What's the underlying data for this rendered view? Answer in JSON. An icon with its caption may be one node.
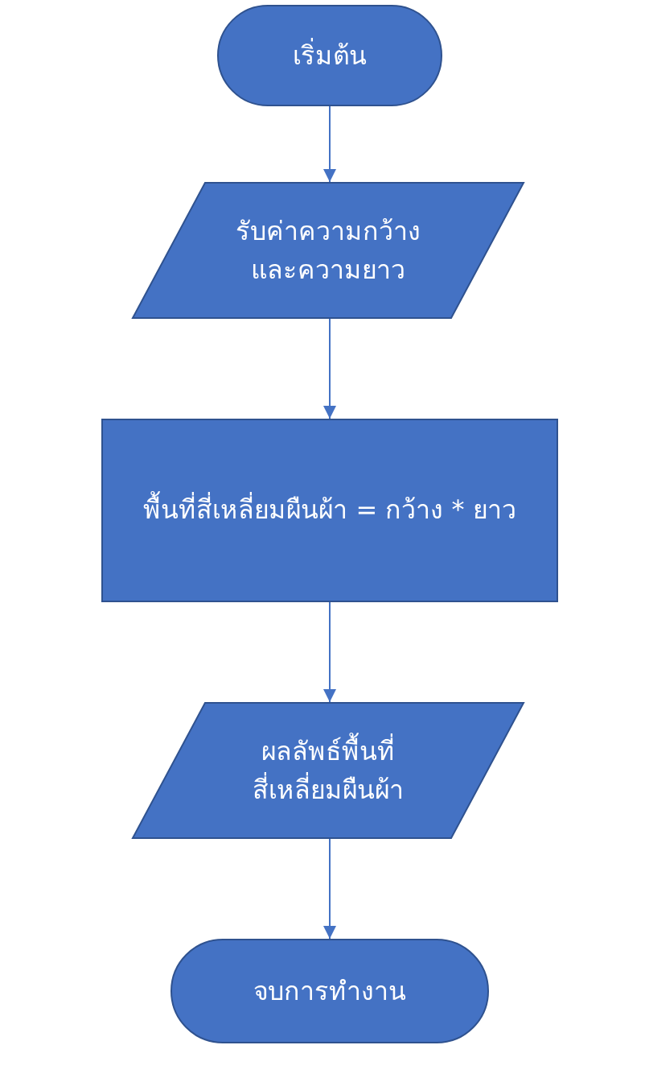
{
  "diagram": {
    "nodes": [
      {
        "text": [
          "เริ่มต้น"
        ]
      },
      {
        "text": [
          "รับค่าความกว้างและความยาว"
        ]
      },
      {
        "text": [
          "พื้นที่สี่เหลี่ยมผืนผ้า = กว้าง * ยาว"
        ]
      },
      {
        "text": [
          "ผลลัพธ์พื้นที่สี่เหลี่ยมผืนผ้า"
        ]
      },
      {
        "text": [
          "จบการทำงาน"
        ]
      }
    ],
    "edges": [
      {
        "from": 0,
        "to": 1,
        "arrow": "to"
      },
      {
        "from": 1,
        "to": 2,
        "arrow": "to"
      },
      {
        "from": 2,
        "to": 3,
        "arrow": "to"
      },
      {
        "from": 3,
        "to": 4,
        "arrow": "to"
      }
    ]
  }
}
